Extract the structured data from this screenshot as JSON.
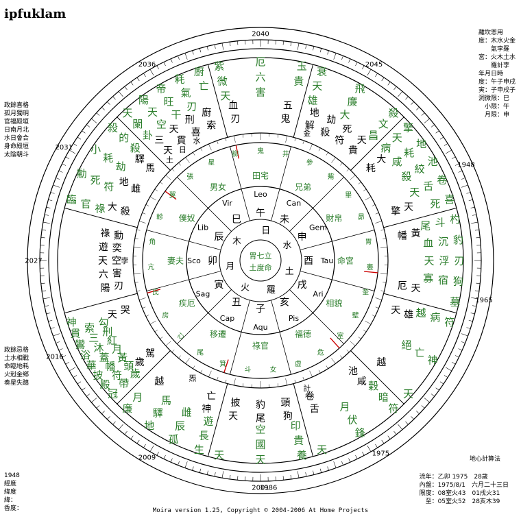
{
  "app": {
    "title": "ipfuklam"
  },
  "colors": {
    "green": "#2a7d2a",
    "black": "#000000",
    "red": "#cc0000",
    "ring": "#000000"
  },
  "years_ring": [
    "2040",
    "2045",
    "1948",
    "1965",
    "1975",
    "1986",
    "2001",
    "2009",
    "2016",
    "2027",
    "2031",
    "2036"
  ],
  "right_top_notes": [
    "離坎恩用",
    "度：木水火金",
    "　　氣孛羅",
    "宮：火木土水",
    "　　羅計孛",
    "",
    "年月日時",
    "度：午子申戌",
    "寅：子申戌子",
    "",
    "洞微限：巳",
    "　小限：午",
    "　月限：申"
  ],
  "left_top_notes": [
    "政餘喜格",
    "孤月獨明",
    "官福殿垣",
    "日南月北",
    "水日會合",
    "身命殿垣",
    "太陰朝斗"
  ],
  "left_bottom_notes": [
    "政餘忌格",
    "土水相戰",
    "命臨地耗",
    "火剋金鄉",
    "奏星失躔"
  ],
  "left_bottom_date": [
    "1948",
    "經度",
    "緯度",
    "緯：",
    "香度："
  ],
  "right_bottom_title": "地心計算法",
  "right_bottom_notes": [
    "流年：乙卯 1975　28歲",
    "內盤：1975/8/1　六月二十三日",
    "限度：08室火43　01戌火31",
    "　至：05室火52　28亥木39"
  ],
  "copyright": "Moira version 1.25, Copyright © 2004-2006 At Home Projects",
  "center": {
    "l1": "胃七立",
    "l2": "土度命"
  },
  "zodiac": [
    "Leo",
    "Can",
    "Gem",
    "Tau",
    "Ari",
    "Pis",
    "Aqu",
    "Cap",
    "Sag",
    "Sco",
    "Lib",
    "Vir"
  ],
  "inner_ring": [
    "田宅",
    "兄弟",
    "財帛",
    "命宮",
    "相貌",
    "福德",
    "祿官",
    "移遷",
    "疾厄",
    "妻夫",
    "僕奴",
    "男女"
  ],
  "branches": [
    "午",
    "未",
    "申",
    "酉",
    "戌",
    "亥",
    "子",
    "丑",
    "寅",
    "卯",
    "辰",
    "巳"
  ],
  "inner_planets": [
    "日",
    "水",
    "土",
    "羅",
    "火",
    "月",
    "木"
  ],
  "mansions_ring": [
    "鬼",
    "井",
    "參",
    "觜",
    "畢",
    "昴",
    "胃",
    "婁",
    "奎",
    "壁",
    "室",
    "危",
    "虛",
    "女",
    "斗",
    "箕",
    "尾",
    "心",
    "房",
    "氐",
    "亢",
    "角",
    "軫",
    "翼",
    "張",
    "星",
    "柳"
  ],
  "mid_ring_planets": [
    "土",
    "日",
    "水",
    "金",
    "孛",
    "計",
    "炁"
  ],
  "outer_houses": [
    {
      "green": [
        "紫微",
        "天厄",
        "六害",
        "玉貴"
      ],
      "black": [
        "血刃",
        "五鬼"
      ]
    },
    {
      "green": [
        "衰",
        "天雄",
        "飛廉",
        "大殺",
        "文昌"
      ],
      "black": [
        "地解",
        "劫殺",
        "死符",
        "天貴"
      ]
    },
    {
      "green": [
        "擎天",
        "病",
        "地耗",
        "咸池",
        "絞殺",
        "卷舌",
        "天喜",
        "死"
      ],
      "black": [
        "大耗",
        "天擎"
      ]
    },
    {
      "green": [
        "杓斗",
        "尾豹",
        "沉血",
        "刃浮",
        "天狗",
        "宿寡",
        "墓"
      ],
      "black": [
        "黃幡",
        "天厄"
      ]
    },
    {
      "green": [
        "符病",
        "越神",
        "亡",
        "絕",
        "天"
      ],
      "black": [
        "雄天",
        "越"
      ]
    },
    {
      "green": [
        "符暗",
        "穀鋒",
        "伏月",
        "天"
      ],
      "black": [
        "咸池",
        "舌卷"
      ]
    },
    {
      "green": [
        "養",
        "貴印",
        "天國",
        "空天"
      ],
      "black": [
        "狗頭",
        "尾豹",
        "天披"
      ]
    },
    {
      "green": [
        "生",
        "長",
        "遊",
        "孤",
        "辰",
        "雌",
        "地",
        "驛",
        "馬",
        "廉",
        "月"
      ],
      "black": [
        "神亡",
        "越"
      ]
    },
    {
      "green": [
        "冠帶",
        "歲殿",
        "符頭",
        "披幡",
        "黃華",
        "蓋月",
        "浴沐",
        "紅鸞",
        "三刑",
        "貫索",
        "勾神"
      ],
      "black": [
        "歲",
        "駕",
        "天哭"
      ]
    },
    {
      "green": [],
      "black": [
        "陽刃",
        "六害",
        "天空",
        "遊奕",
        "祿勳"
      ]
    },
    {
      "green": [
        "臨官",
        "祿勳",
        "死符",
        "小耗",
        "劫殺",
        "的殺"
      ],
      "black": [
        "大殺",
        "地雌",
        "驛馬"
      ]
    },
    {
      "green": [
        "天闌",
        "卦",
        "陽天",
        "空帝",
        "旺",
        "干",
        "耗",
        "氣",
        "刃",
        "廚",
        "亡"
      ],
      "black": [
        "三天",
        "天",
        "貫刑",
        "喜廚",
        "索"
      ]
    }
  ]
}
